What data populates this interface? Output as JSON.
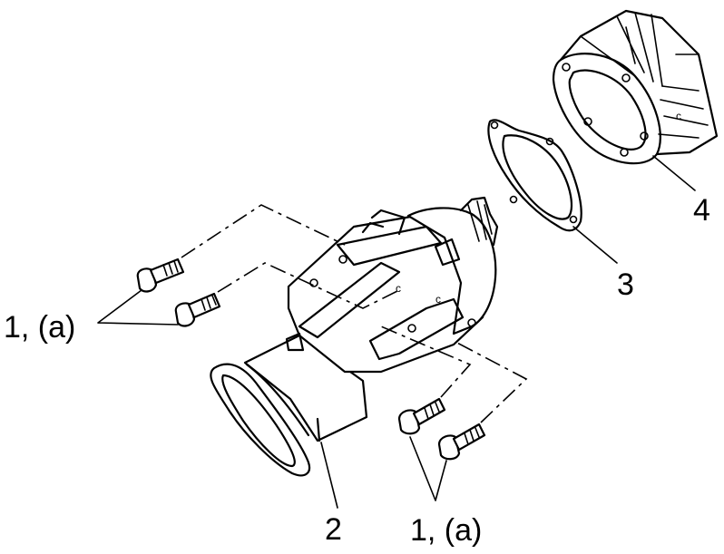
{
  "callouts": {
    "bolts_left": "1, (a)",
    "bolts_bottom": "1, (a)",
    "rear_housing": "2",
    "gasket": "3",
    "transfer_case": "4"
  },
  "part_marks": {
    "c_mark_1": "c",
    "c_mark_2": "c",
    "c_mark_3": "c"
  }
}
